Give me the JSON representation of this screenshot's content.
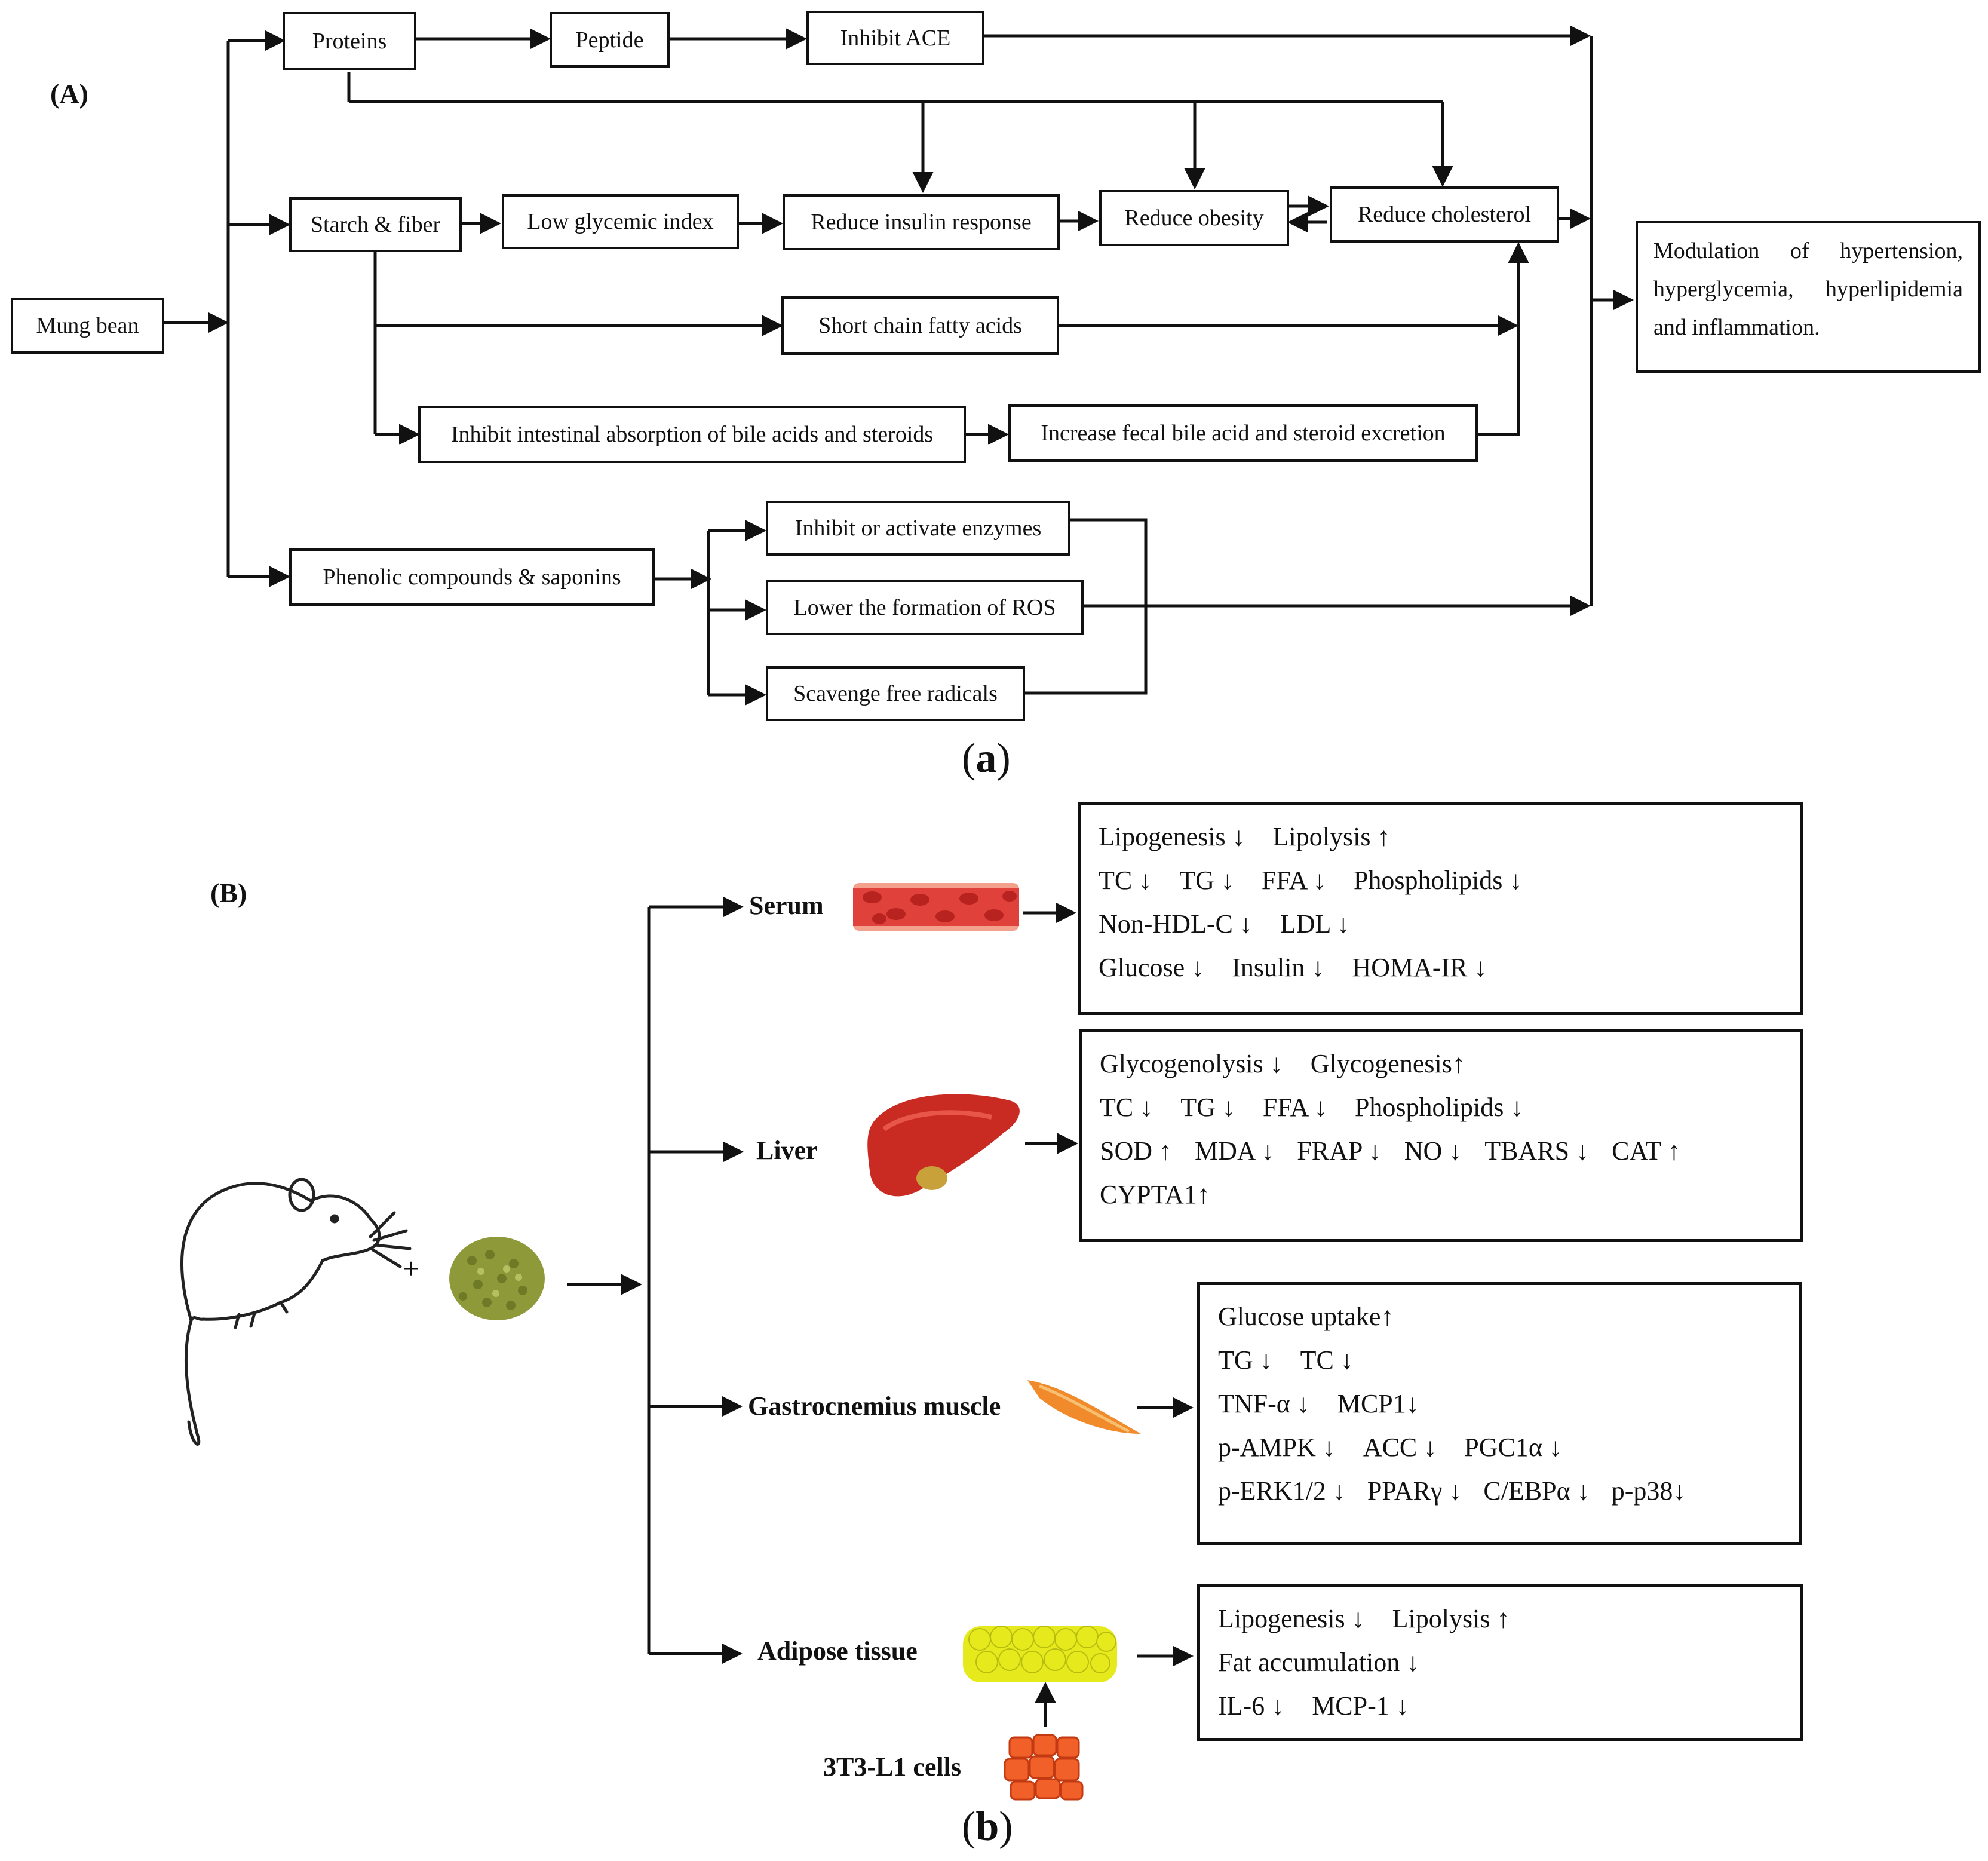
{
  "panel_a": {
    "label": "(A)",
    "source": "Mung bean",
    "proteins": "Proteins",
    "peptide": "Peptide",
    "inhibit_ace": "Inhibit ACE",
    "starch_fiber": "Starch & fiber",
    "low_gi": "Low glycemic index",
    "reduce_insulin": "Reduce insulin response",
    "reduce_obesity": "Reduce obesity",
    "reduce_cholesterol": "Reduce cholesterol",
    "scfa": "Short chain fatty acids",
    "inhibit_absorption": "Inhibit intestinal absorption of bile acids and steroids",
    "increase_fecal": "Increase fecal bile acid and steroid excretion",
    "phenolic": "Phenolic compounds &  saponins",
    "inhibit_enzymes": "Inhibit or activate enzymes",
    "lower_ros": "Lower the formation of ROS",
    "scavenge": "Scavenge free radicals",
    "modulation": [
      "Modulation",
      "of",
      "hypertension,",
      "hyperglycemia,",
      "hyperlipidemia",
      "and inflammation."
    ],
    "caption_letter": "a"
  },
  "panel_b": {
    "label": "(B)",
    "plus": "+",
    "cells_label": "3T3-L1 cells",
    "serum": {
      "label": "Serum",
      "rows": [
        [
          "Lipogenesis ↓",
          "Lipolysis ↑"
        ],
        [
          "TC ↓",
          "TG ↓",
          "FFA ↓",
          "Phospholipids ↓"
        ],
        [
          "Non-HDL-C ↓",
          "LDL ↓"
        ],
        [
          "Glucose ↓",
          "Insulin ↓",
          "HOMA-IR ↓"
        ]
      ]
    },
    "liver": {
      "label": "Liver",
      "rows": [
        [
          "Glycogenolysis ↓",
          "Glycogenesis↑"
        ],
        [
          "TC ↓",
          "TG ↓",
          "FFA ↓",
          "Phospholipids ↓"
        ],
        [
          "SOD ↑",
          "MDA ↓",
          "FRAP ↓",
          "NO ↓",
          "TBARS ↓",
          "CAT ↑"
        ],
        [
          "CYPTA1↑"
        ]
      ]
    },
    "muscle": {
      "label": "Gastrocnemius muscle",
      "rows": [
        [
          "Glucose uptake↑"
        ],
        [
          "TG ↓",
          "TC ↓"
        ],
        [
          "TNF-α ↓",
          "MCP1↓"
        ],
        [
          "p-AMPK ↓",
          "ACC ↓",
          "PGC1α ↓"
        ],
        [
          "p-ERK1/2 ↓",
          "PPARγ ↓",
          "C/EBPα ↓",
          "p-p38↓"
        ]
      ]
    },
    "adipose": {
      "label": "Adipose tissue",
      "rows": [
        [
          "Lipogenesis ↓",
          "Lipolysis ↑"
        ],
        [
          "Fat accumulation ↓"
        ],
        [
          "IL-6 ↓",
          "MCP-1 ↓"
        ]
      ]
    },
    "caption_letter": "b"
  },
  "colors": {
    "line": "#111111",
    "blood": "#e0413a",
    "liver": "#c92b22",
    "muscle": "#f08a2a",
    "adipose": "#e6ea1c",
    "cells": "#f2602a",
    "beans": "#8e9a3a"
  }
}
